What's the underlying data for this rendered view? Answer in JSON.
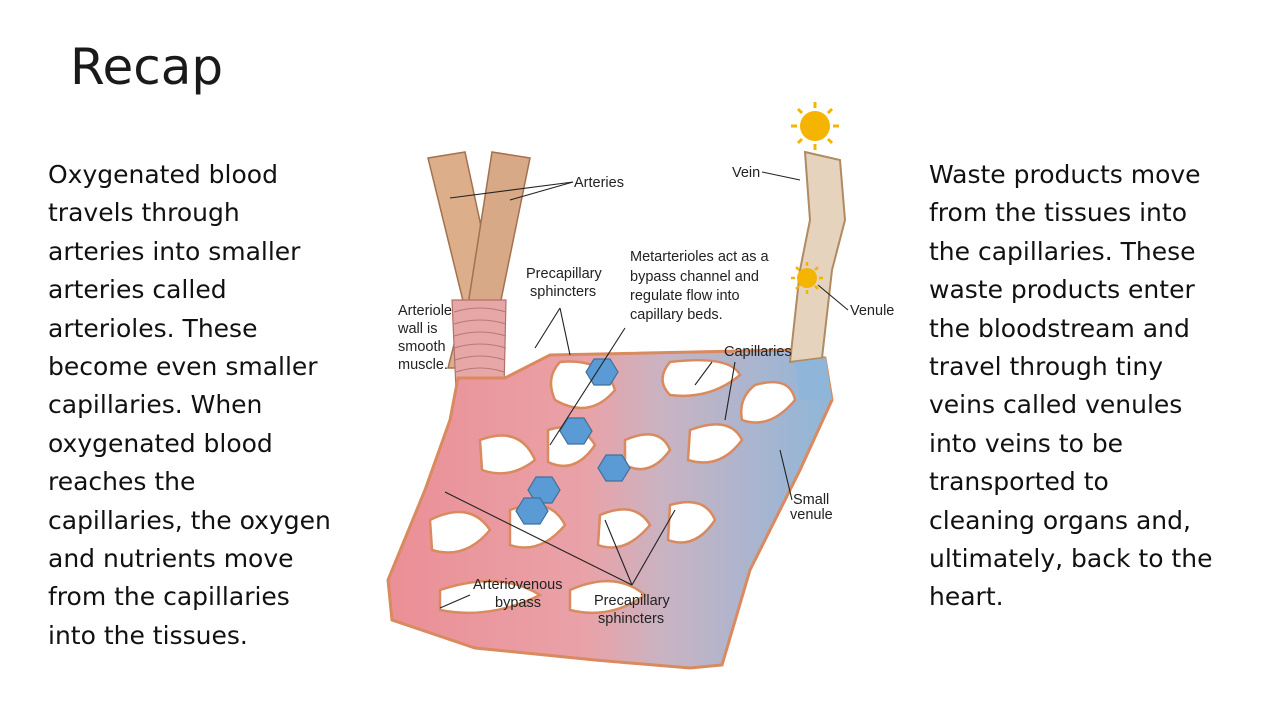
{
  "slide": {
    "title": "Recap",
    "left_lines": [
      "Oxygenated blood",
      "travels through",
      "arteries into smaller",
      "arteries called",
      "arterioles.  These",
      "become even smaller",
      "capillaries.  When",
      "oxygenated blood",
      "reaches the",
      "capillaries, the oxygen",
      "and nutrients move",
      "from the capillaries",
      "into the tissues."
    ],
    "right_lines": [
      "Waste products move",
      "from the tissues into",
      "the capillaries.  These",
      "waste products enter",
      "the bloodstream and",
      "travel through tiny",
      "veins called venules",
      "into veins to be",
      "transported to",
      "cleaning organs and,",
      "ultimately, back to the",
      "heart."
    ]
  },
  "diagram": {
    "labels": {
      "arteries": "Arteries",
      "vein": "Vein",
      "precap_top_1": "Precapillary",
      "precap_top_2": "sphincters",
      "arteriole_1": "Arteriole",
      "arteriole_2": "wall is",
      "arteriole_3": "smooth",
      "arteriole_4": "muscle.",
      "meta_1": "Metarterioles act as a",
      "meta_2": "bypass channel and",
      "meta_3": "regulate flow into",
      "meta_4": "capillary beds.",
      "venule": "Venule",
      "capillaries": "Capillaries",
      "small_venule_1": "Small",
      "small_venule_2": "venule",
      "av_1": "Arteriovenous",
      "av_2": "bypass",
      "precap_bot_1": "Precapillary",
      "precap_bot_2": "sphincters"
    },
    "colors": {
      "arterial": "#e98f95",
      "venous": "#8fb6d9",
      "vessel_wall": "#d98a5e",
      "artery_tan": "#dcae8a",
      "hexagon": "#5b9bd5",
      "sun": "#f5b400"
    }
  }
}
